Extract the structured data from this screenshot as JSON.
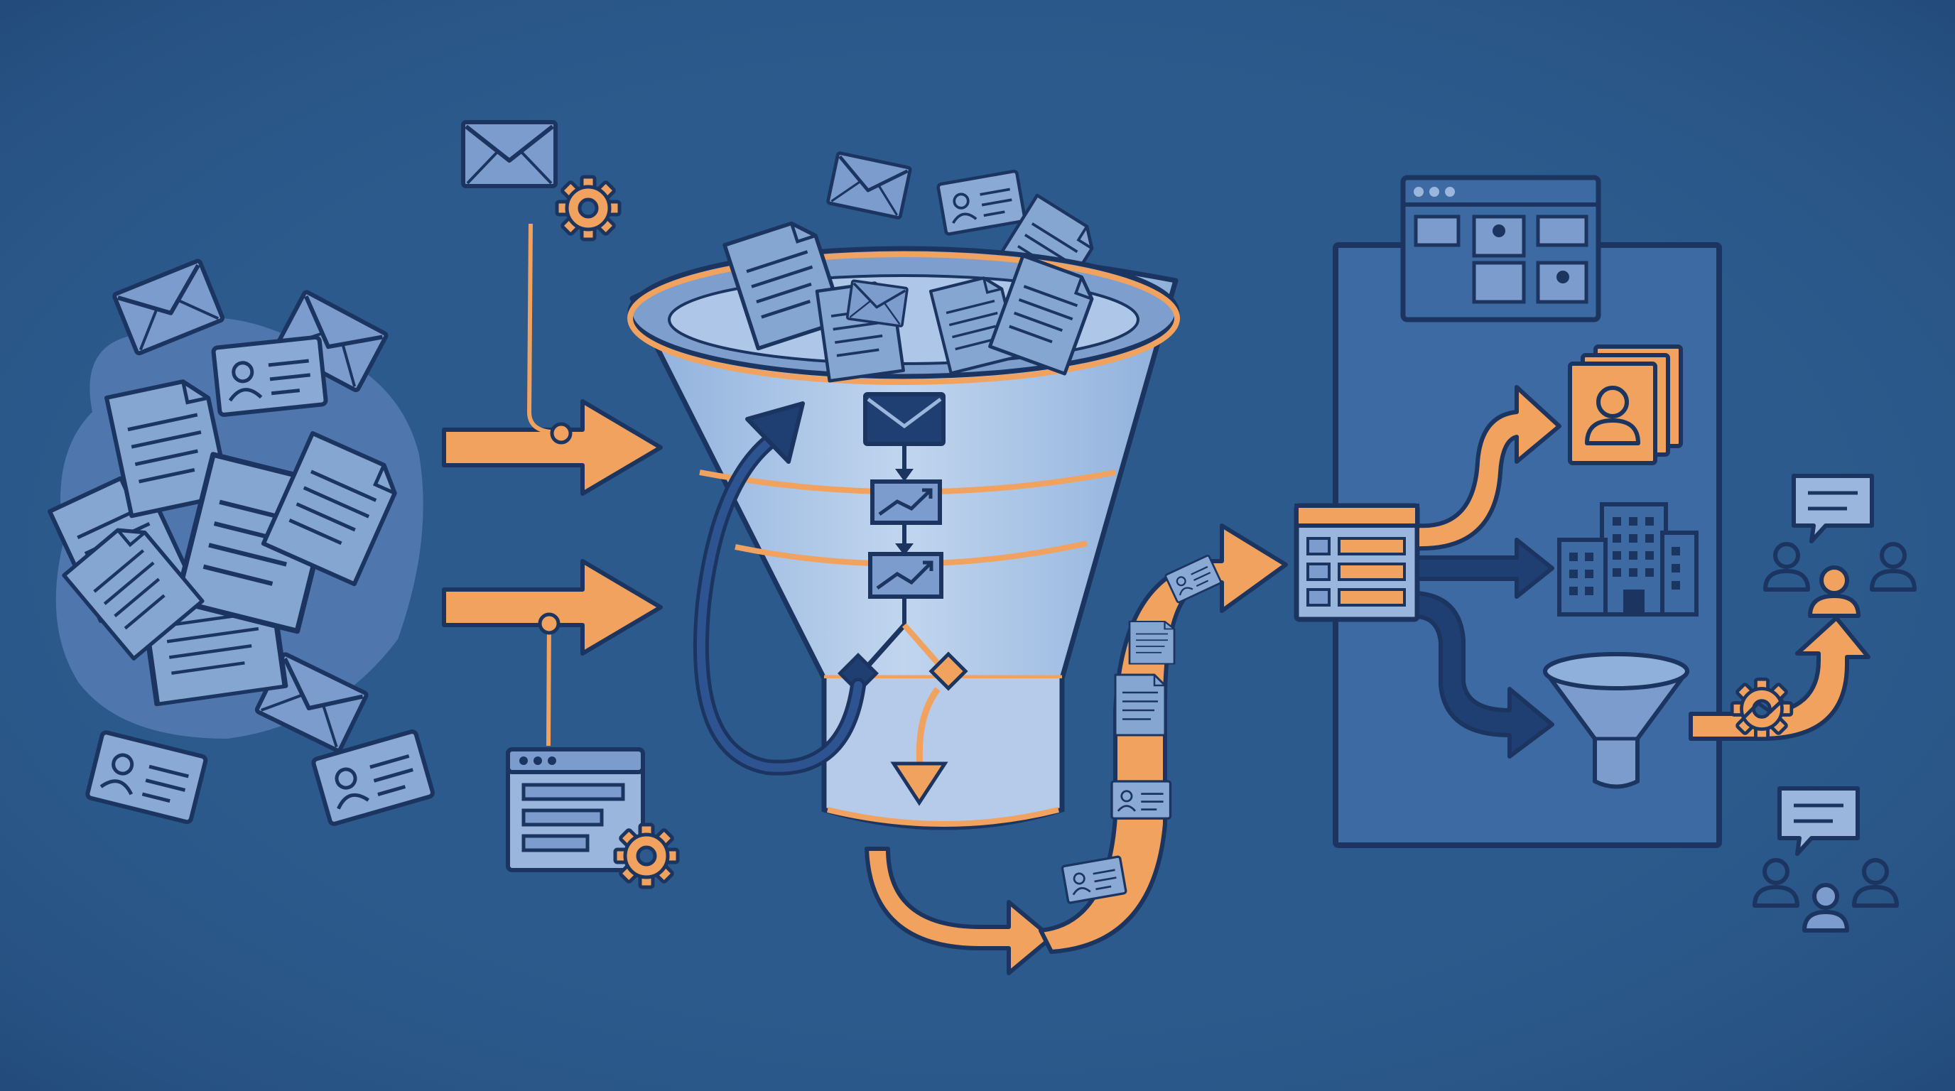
{
  "colors": {
    "background": "#2c5a8c",
    "background_vignette": "#234c7a",
    "ink": "#1b3560",
    "paper": "#7b9ccc",
    "paper_light": "#9bb6dc",
    "funnel_glass": "#a9c3e4",
    "accent_orange": "#f0a25e",
    "dark_arrow": "#1f3e72",
    "panel": "#3d6aa2"
  },
  "stages": [
    {
      "id": "inputs",
      "icons": [
        "envelope-icon",
        "document-icon",
        "contact-card-icon"
      ]
    },
    {
      "id": "integrations",
      "icons": [
        "envelope-icon",
        "gear-icon",
        "browser-window-icon"
      ]
    },
    {
      "id": "processing-funnel",
      "icons": [
        "envelope-icon",
        "chart-icon",
        "loop-arrow-icon"
      ]
    },
    {
      "id": "structured-output-path",
      "icons": [
        "document-icon",
        "contact-card-icon"
      ]
    },
    {
      "id": "destinations",
      "icons": [
        "dashboard-icon",
        "table-icon",
        "person-profile-icon",
        "office-building-icon",
        "funnel-icon",
        "gear-icon",
        "chat-bubble-icon",
        "people-group-icon"
      ]
    }
  ]
}
